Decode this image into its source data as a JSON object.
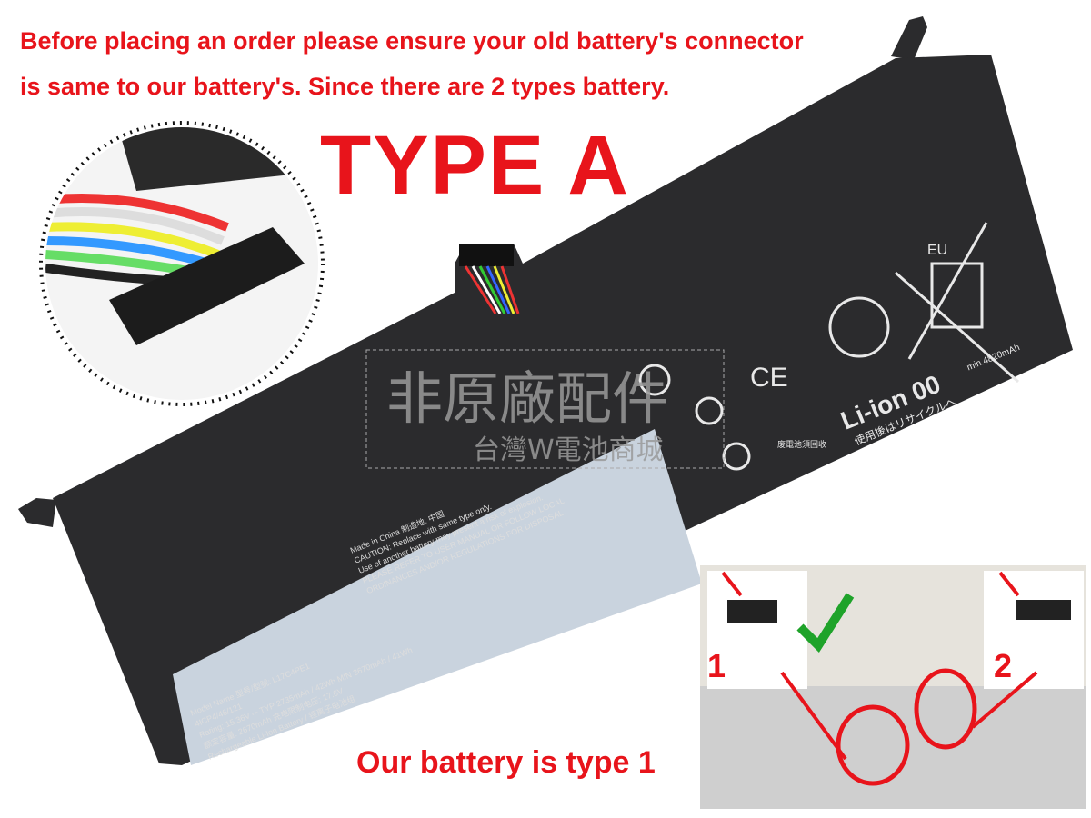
{
  "notice": {
    "line1": "Before placing an order please ensure your old battery's connector",
    "line2": "is same to our battery's. Since there are 2 types battery."
  },
  "type_heading": "TYPE A",
  "our_type": "Our battery is type 1",
  "battery_label": {
    "model": "Model Name 型号/型號: L17C4PE1",
    "cells": "4ICP4/46/121",
    "rating": "Rating: 15.36V ⎓ TYP 2735mAh / 42Wh  MIN 2670mAh / 41Wh",
    "rated": "额定容量: 2670mAh   充电限制电压: 17.6V",
    "chem": "Rechargeable Li-Ion Battery / 锂离子电池组",
    "made": "Made in China 制造地: 中国",
    "caution1": "CAUTION: Replace with same type only.",
    "caution2": "Use of another battery may present a risk of explosion.",
    "caution3": "PLEASE REFER TO USER MANUAL OR FOLLOW LOCAL",
    "caution4": "ORDINANCES AND/OR REGULATIONS FOR DISPOSAL.",
    "liion": "Li-ion 00",
    "recycle_jp": "使用後はリサイクルへ",
    "eu": "EU",
    "ce": "CE",
    "min_cap": "min.4820mAh",
    "recycle_cn": "废電池須回收"
  },
  "watermark": {
    "main": "非原廠配件",
    "sub": "台灣W電池商城"
  },
  "inset": {
    "label1": "1",
    "label2": "2"
  },
  "colors": {
    "accent": "#e8141b",
    "battery": "#2b2b2d",
    "label": "#c9d3de",
    "check": "#1fa32a"
  }
}
